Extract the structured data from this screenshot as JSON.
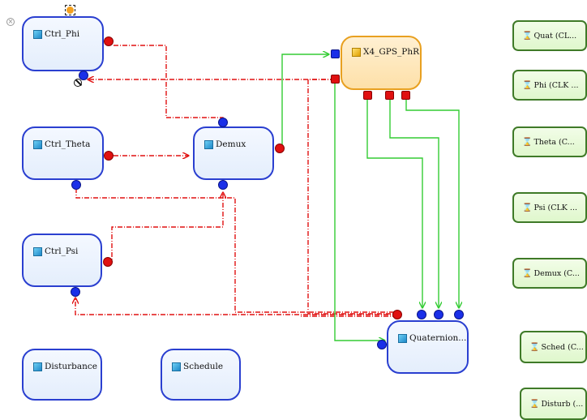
{
  "blocks": {
    "ctrl_phi": "Ctrl_Phi",
    "ctrl_theta": "Ctrl_Theta",
    "ctrl_psi": "Ctrl_Psi",
    "disturbance": "Disturbance",
    "schedule": "Schedule",
    "demux": "Demux",
    "gps": "X4_GPS_PhR",
    "quaternion": "Quaternion..."
  },
  "clocks": {
    "quat": "Quat (CL...",
    "phi": "Phi (CLK ...",
    "theta": "Theta (C...",
    "psi": "Psi (CLK ...",
    "demux": "Demux (C...",
    "sched": "Sched (C...",
    "disturb": "Disturb (..."
  },
  "icons": {
    "block": "block-icon",
    "clock": "hourglass-icon",
    "disabled": "no-entry-icon",
    "close": "close-circle-icon"
  },
  "colors": {
    "block_border": "#2a3fd0",
    "block_fill": "#e8f0fc",
    "gps_border": "#e8a020",
    "gps_fill": "#fde6b8",
    "clock_border": "#3f7a28",
    "clock_fill": "#e6f8d6",
    "input_port": "#1a2fe8",
    "output_port": "#e01010",
    "event_link": "#e01010",
    "data_link": "#33cc33"
  }
}
